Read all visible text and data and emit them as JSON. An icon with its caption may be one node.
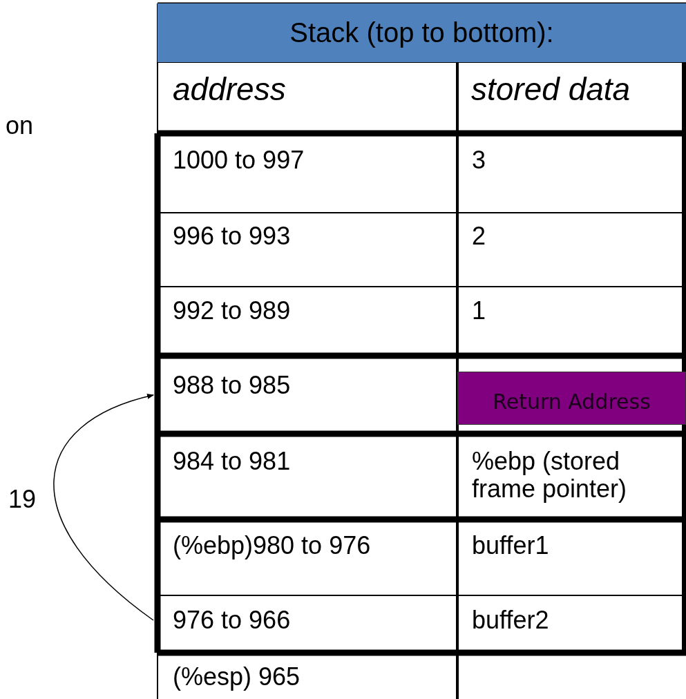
{
  "diagram": {
    "nodes": [
      {
        "text": [
          "Stack (top to bottom):"
        ]
      },
      {
        "text": [
          "address"
        ]
      },
      {
        "text": [
          "stored data"
        ]
      },
      {
        "text": [
          "1000 to 997"
        ]
      },
      {
        "text": [
          "3"
        ]
      },
      {
        "text": [
          "996 to 993"
        ]
      },
      {
        "text": [
          "2"
        ]
      },
      {
        "text": [
          "992 to 989"
        ]
      },
      {
        "text": [
          "1"
        ]
      },
      {
        "text": [
          "988 to 985"
        ]
      },
      {
        "text": [
          "Return Address"
        ]
      },
      {
        "text": [
          "984 to 981"
        ]
      },
      {
        "text": [
          "%ebp (stored frame pointer)"
        ]
      },
      {
        "text": [
          "(%ebp)980 to 976"
        ]
      },
      {
        "text": [
          "buffer1"
        ]
      },
      {
        "text": [
          "976 to 966"
        ]
      },
      {
        "text": [
          "buffer2"
        ]
      },
      {
        "text": [
          "(%esp) 965"
        ]
      }
    ],
    "edges": [
      {
        "from": 15,
        "to": 9,
        "arrow": "to",
        "label": "19"
      }
    ],
    "labels": [
      "on"
    ]
  }
}
